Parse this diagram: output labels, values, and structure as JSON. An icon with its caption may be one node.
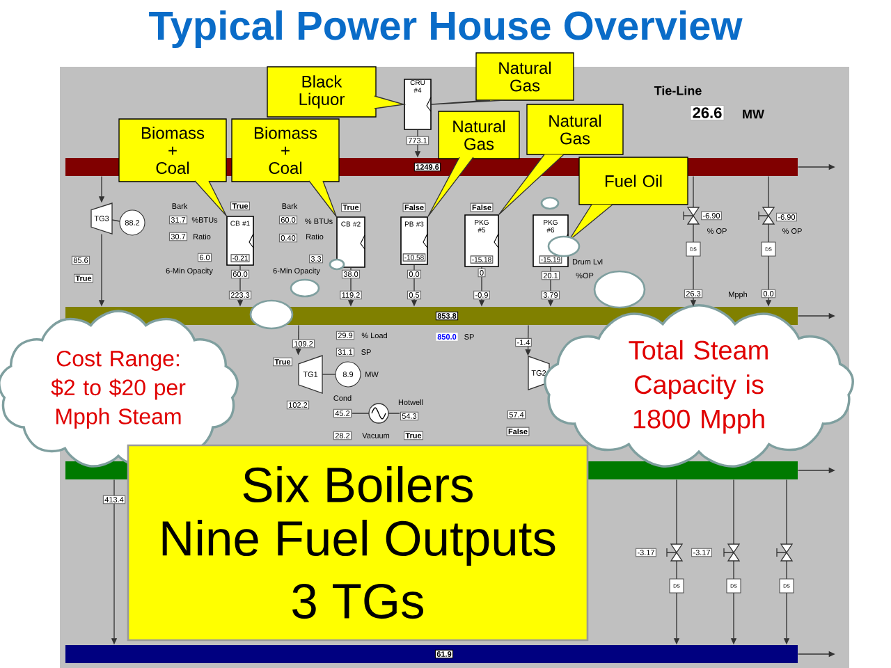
{
  "diagram": {
    "title": "Typical Power House Overview",
    "nodes": [
      {
        "text": [
          "Black Liquor"
        ]
      },
      {
        "text": [
          "Natural Gas"
        ]
      },
      {
        "text": [
          "Biomass + Coal"
        ]
      },
      {
        "text": [
          "Biomass + Coal"
        ]
      },
      {
        "text": [
          "Natural Gas"
        ]
      },
      {
        "text": [
          "Natural Gas"
        ]
      },
      {
        "text": [
          "Fuel Oil"
        ]
      },
      {
        "text": [
          "CRU #4"
        ]
      },
      {
        "text": [
          "1249.6"
        ]
      },
      {
        "text": [
          "TG3"
        ]
      },
      {
        "text": [
          "CB #1",
          "-0.21"
        ]
      },
      {
        "text": [
          "CB #2"
        ]
      },
      {
        "text": [
          "PB #3",
          "-10.58"
        ]
      },
      {
        "text": [
          "PKG #5",
          "-15.18"
        ]
      },
      {
        "text": [
          "PKG #6",
          "-15.19"
        ]
      },
      {
        "text": [
          "853.8"
        ]
      },
      {
        "text": [
          "TG1"
        ]
      },
      {
        "text": [
          "TG2"
        ]
      },
      {
        "text": [],
        "shape": "bar"
      },
      {
        "text": [
          "61.9"
        ]
      },
      {
        "text": [
          "Cost Range: $2 to $20 per Mpph Steam"
        ]
      },
      {
        "text": [
          "Total Steam Capacity is 1800 Mpph"
        ]
      },
      {
        "text": [
          "Six Boilers",
          "Nine Fuel Outputs",
          "3 TGs"
        ]
      }
    ],
    "edges": [
      {
        "from": 0,
        "to": 7,
        "arrow": "none"
      },
      {
        "from": 1,
        "to": 7,
        "arrow": "none"
      },
      {
        "from": 2,
        "to": 10,
        "arrow": "none"
      },
      {
        "from": 3,
        "to": 11,
        "arrow": "none"
      },
      {
        "from": 4,
        "to": 12,
        "arrow": "none"
      },
      {
        "from": 5,
        "to": 13,
        "arrow": "none"
      },
      {
        "from": 6,
        "to": 14,
        "arrow": "none"
      },
      {
        "from": 7,
        "to": 8,
        "arrow": "to"
      },
      {
        "from": 8,
        "to": 9,
        "arrow": "to"
      },
      {
        "from": 9,
        "to": 15,
        "arrow": "to"
      },
      {
        "from": 10,
        "to": 15,
        "arrow": "to"
      },
      {
        "from": 11,
        "to": 15,
        "arrow": "to"
      },
      {
        "from": 12,
        "to": 15,
        "arrow": "to"
      },
      {
        "from": 13,
        "to": 15,
        "arrow": "to"
      },
      {
        "from": 14,
        "to": 15,
        "arrow": "to"
      },
      {
        "from": 8,
        "to": 15,
        "arrow": "to"
      },
      {
        "from": 8,
        "to": 15,
        "arrow": "to"
      },
      {
        "from": 8,
        "to": null,
        "arrow": "to"
      },
      {
        "from": 15,
        "to": null,
        "arrow": "to"
      },
      {
        "from": 15,
        "to": 16,
        "arrow": "to"
      },
      {
        "from": 15,
        "to": 17,
        "arrow": "to"
      },
      {
        "from": 18,
        "to": 19,
        "arrow": "to"
      },
      {
        "from": 18,
        "to": 19,
        "arrow": "to"
      },
      {
        "from": 18,
        "to": 19,
        "arrow": "to"
      },
      {
        "from": 18,
        "to": 19,
        "arrow": "to"
      },
      {
        "from": 18,
        "to": null,
        "arrow": "to"
      },
      {
        "from": 19,
        "to": null,
        "arrow": "to"
      }
    ],
    "labels": [
      "Tie-Line",
      "26.6",
      "MW",
      "773.1",
      "Bark",
      "31.7",
      "%BTUs",
      "30.7",
      "Ratio",
      "True",
      "6.0",
      "6-Min Opacity",
      "60.0",
      "223.3",
      "88.2",
      "85.6",
      "True",
      "Bark",
      "60.0",
      "% BTUs",
      "0.40",
      "Ratio",
      "True",
      "3.3",
      "6-Min Opacity",
      "38.0",
      "119.2",
      "False",
      "0.0",
      "0.5",
      "False",
      "0",
      "-0.9",
      "20.1",
      "3.79",
      "Drum Lvl",
      "%OP",
      "-6.90",
      "% OP",
      "DS",
      "26.3",
      "Mpph",
      "-6.90",
      "% OP",
      "DS",
      "0.0",
      "850.0",
      "SP",
      "109.2",
      "29.9",
      "% Load",
      "31.1",
      "SP",
      "True",
      "8.9",
      "MW",
      "-1.4",
      "Cond",
      "Hotwell",
      "102.2",
      "45.2",
      "54.3",
      "57.4",
      "28.2",
      "Vacuum",
      "True",
      "False",
      "413.4",
      "-3.17",
      "-3.17",
      "DS",
      "DS",
      "DS"
    ]
  }
}
